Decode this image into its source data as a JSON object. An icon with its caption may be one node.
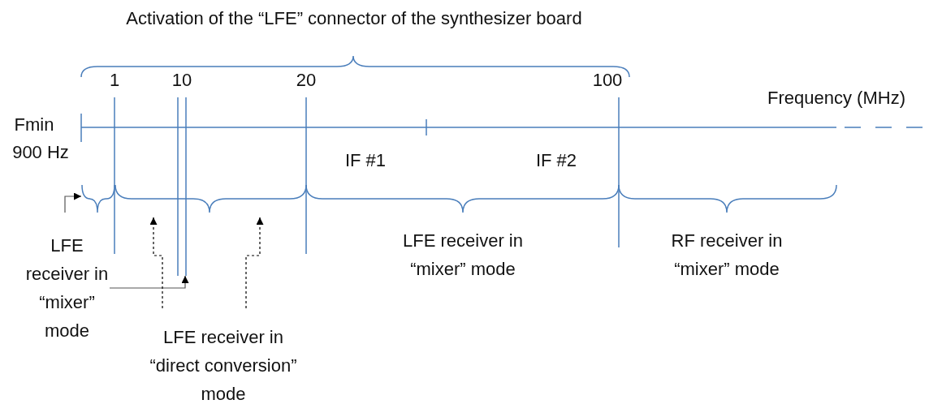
{
  "diagram": {
    "title": "Activation of the “LFE” connector of the synthesizer board",
    "nodes": [
      {
        "text": [],
        "shape": "bar",
        "beside": [
          "10"
        ]
      },
      {
        "text": [],
        "shape": "brace"
      },
      {
        "text": [],
        "shape": "brace"
      },
      {
        "text": [
          "LFE receiver in “mixer” mode"
        ]
      },
      {
        "text": [
          "LFE receiver in “direct conversion” mode"
        ]
      }
    ],
    "edges": [
      {
        "from": 3,
        "to": 1,
        "arrow": "to"
      },
      {
        "from": 3,
        "to": 0,
        "arrow": "to"
      },
      {
        "from": 4,
        "to": 2,
        "arrow": "to",
        "style": "dashed"
      },
      {
        "from": 4,
        "to": 2,
        "arrow": "to",
        "style": "dashed"
      }
    ],
    "labels": [
      "1",
      "20",
      "100",
      "Frequency (MHz)",
      "Fmin",
      "900 Hz",
      "IF #1",
      "IF #2",
      "LFE receiver in “mixer” mode",
      "RF receiver in “mixer” mode"
    ]
  }
}
